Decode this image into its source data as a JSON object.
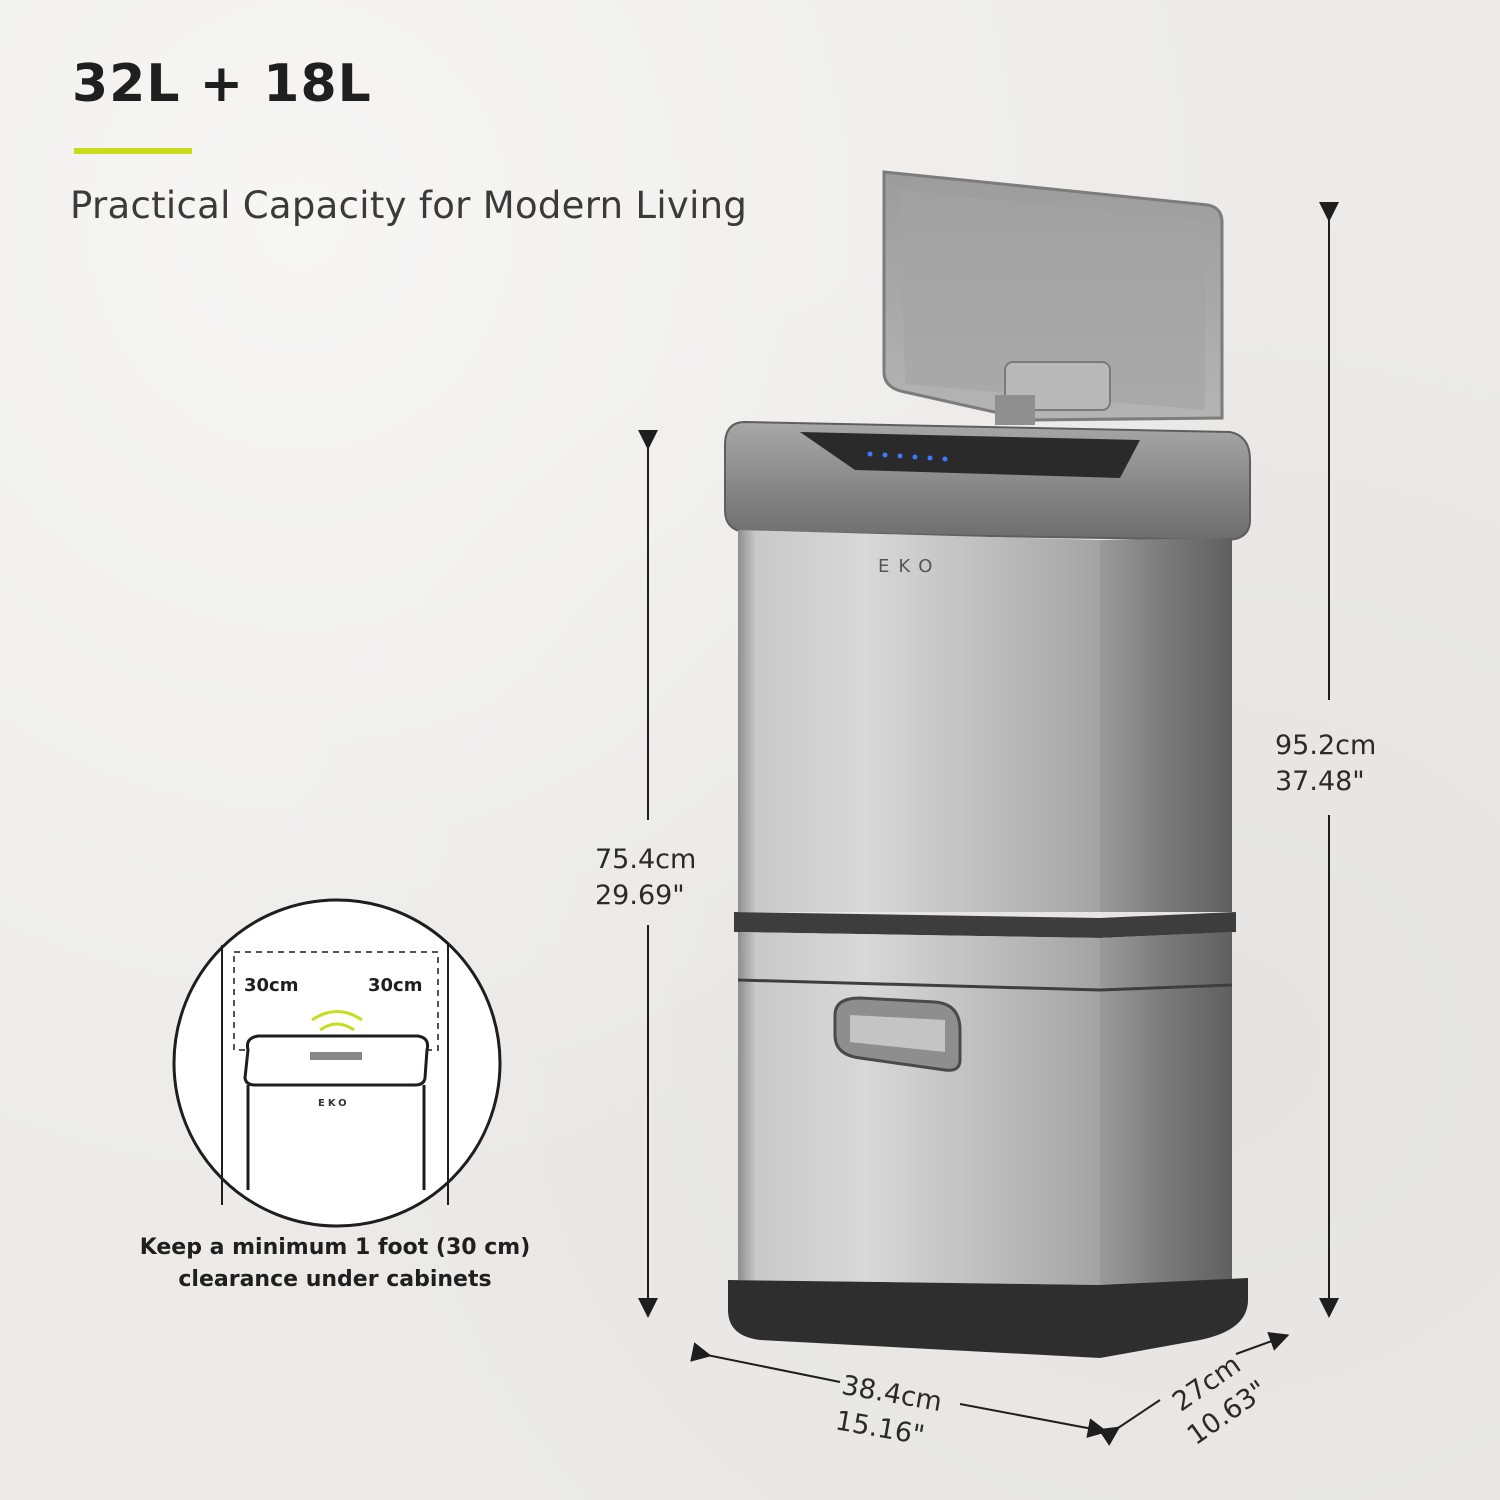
{
  "headline": "32L + 18L",
  "subtitle": "Practical Capacity for Modern Living",
  "colors": {
    "accent": "#c9dc1b",
    "background": "#ecebe9",
    "steel": "#a9a9a9"
  },
  "dimensions": {
    "total_height": {
      "cm": "95.2cm",
      "in": "37.48\""
    },
    "body_height": {
      "cm": "75.4cm",
      "in": "29.69\""
    },
    "width": {
      "cm": "38.4cm",
      "in": "15.16\""
    },
    "depth": {
      "cm": "27cm",
      "in": "10.63\""
    }
  },
  "clearance": {
    "left": "30cm",
    "right": "30cm",
    "note_line1": "Keep a minimum 1 foot (30 cm)",
    "note_line2": "clearance under cabinets"
  },
  "brand": "EKO"
}
